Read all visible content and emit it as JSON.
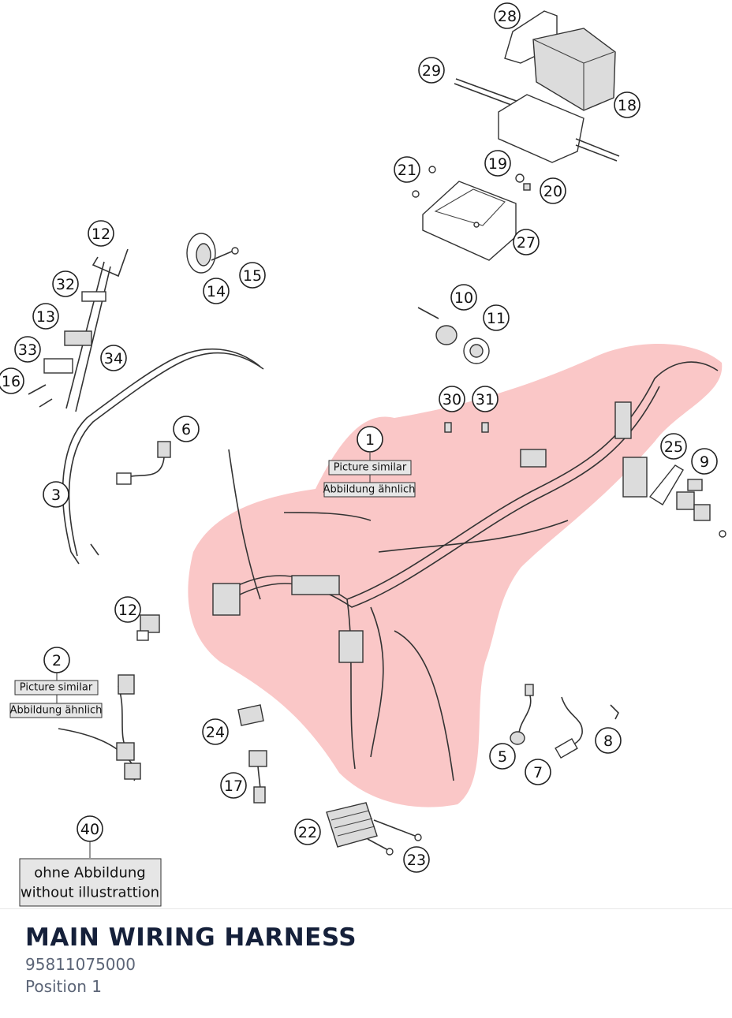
{
  "callouts": [
    {
      "n": "1"
    },
    {
      "n": "2"
    },
    {
      "n": "3"
    },
    {
      "n": "5"
    },
    {
      "n": "6"
    },
    {
      "n": "7"
    },
    {
      "n": "8"
    },
    {
      "n": "9"
    },
    {
      "n": "10"
    },
    {
      "n": "11"
    },
    {
      "n": "12"
    },
    {
      "n": "12"
    },
    {
      "n": "13"
    },
    {
      "n": "14"
    },
    {
      "n": "15"
    },
    {
      "n": "16"
    },
    {
      "n": "17"
    },
    {
      "n": "18"
    },
    {
      "n": "19"
    },
    {
      "n": "20"
    },
    {
      "n": "21"
    },
    {
      "n": "22"
    },
    {
      "n": "23"
    },
    {
      "n": "24"
    },
    {
      "n": "25"
    },
    {
      "n": "27"
    },
    {
      "n": "28"
    },
    {
      "n": "29"
    },
    {
      "n": "30"
    },
    {
      "n": "31"
    },
    {
      "n": "32"
    },
    {
      "n": "33"
    },
    {
      "n": "34"
    },
    {
      "n": "40"
    }
  ],
  "labels": {
    "picture_similar": "Picture similar",
    "abbildung_aehnlich": "Abbildung ähnlich",
    "ohne_abbildung": "ohne Abbildung",
    "without_illustration": "without illustrattion"
  },
  "highlight_color": "#f7a9a9",
  "footer": {
    "title": "MAIN WIRING HARNESS",
    "part_number": "95811075000",
    "position": "Position 1"
  }
}
